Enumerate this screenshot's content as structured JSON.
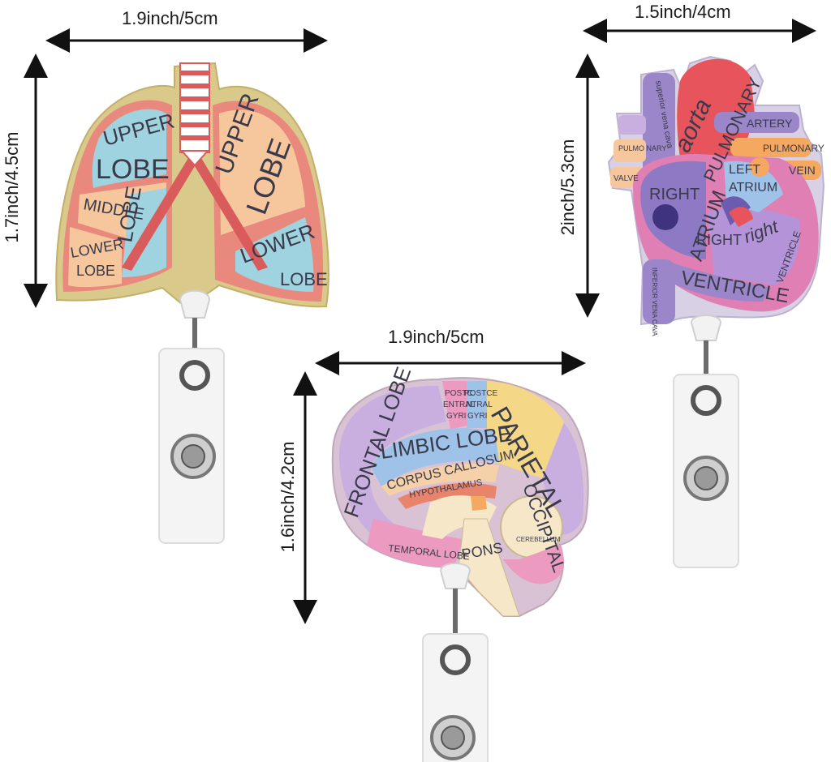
{
  "dimensions": {
    "lungs_width": "1.9inch/5cm",
    "lungs_height": "1.7inch/4.5cm",
    "heart_width": "1.5inch/4cm",
    "heart_height": "2inch/5.3cm",
    "brain_width": "1.9inch/5cm",
    "brain_height": "1.6inch/4.2cm"
  },
  "lungs_labels": {
    "left_upper_1": "UPPER",
    "left_upper_2": "LOBE",
    "middle_1": "MIDDLE",
    "middle_2": "LOBE",
    "left_lower_1": "LOWER",
    "left_lower_2": "LOBE",
    "right_upper_1": "UPPER",
    "right_upper_2": "LOBE",
    "right_lower_1": "LOWER",
    "right_lower_2": "LOBE"
  },
  "heart_labels": {
    "aorta": "aorta",
    "svc": "superior vena cava",
    "pulmonary": "PULMONARY",
    "artery": "ARTERY",
    "pulmo_nary": "PULMO NARY",
    "valve": "VALVE",
    "right": "RIGHT",
    "atrium": "ATRIUM",
    "left_atrium_1": "LEFT",
    "left_atrium_2": "ATRIUM",
    "right_small": "right",
    "right2": "RIGHT",
    "ventricle": "VENTRICLE",
    "ventricle_small": "VENTRICLE",
    "pulmonary_vein": "PULMONARY",
    "vein": "VEIN",
    "ivc": "INFERIOR VENA CAVA"
  },
  "brain_labels": {
    "frontal": "FRONTAL LOBE",
    "limbic": "LIMBIC LOBE",
    "corpus": "CORPUS CALLOSUM",
    "hypo": "HYPOTHALAMUS",
    "parietal": "PARIETAL",
    "occipital": "OCCIPITAL",
    "temporal": "TEMPORAL LOBE",
    "pons": "PONS",
    "cerebellum": "CEREBELLUM",
    "postcentral_1": "POSTC",
    "postcentral_2": "ENTRAL",
    "postcentral_3": "GYRI",
    "postcentral2_1": "POSTCE",
    "postcentral2_2": "NTRAL",
    "postcentral2_3": "GYRI"
  },
  "colors": {
    "lung_pink": "#e9897d",
    "lung_blue": "#9fd3e0",
    "lung_peach": "#f6c79c",
    "glitter": "#d9c98a",
    "trachea": "#d95b5b",
    "heart_pink": "#f2a7c4",
    "heart_purple": "#9a86c8",
    "heart_red": "#e8545c",
    "brain_blue": "#9fc3e8",
    "brain_purple": "#c9aee0",
    "brain_yellow": "#f4d787"
  }
}
